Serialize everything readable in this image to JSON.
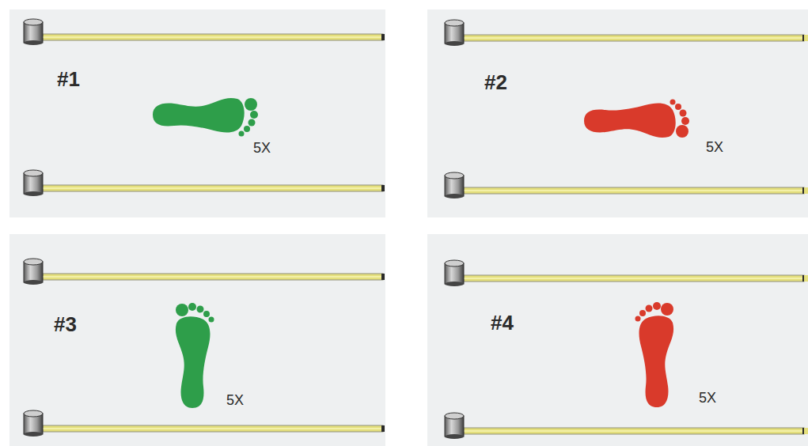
{
  "diagram": {
    "nodes": [
      {
        "text": [
          "#1",
          "5X"
        ]
      },
      {
        "text": [
          "#2",
          "5X"
        ]
      },
      {
        "text": [
          "#3",
          "5X"
        ]
      },
      {
        "text": [
          "#4",
          "5X"
        ]
      }
    ]
  }
}
